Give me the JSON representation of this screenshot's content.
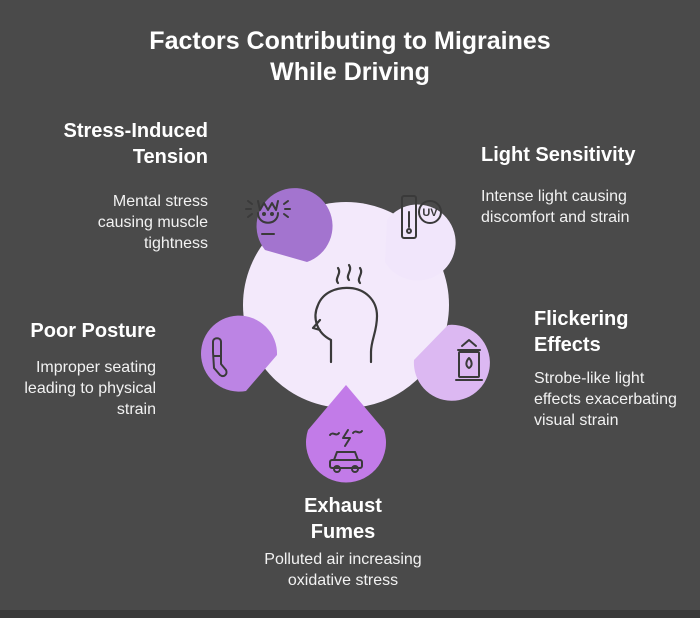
{
  "title": {
    "line1": "Factors Contributing to Migraines",
    "line2": "While Driving"
  },
  "center": {
    "icon": "head-steam-icon"
  },
  "factors": [
    {
      "key": "stress",
      "title_lines": [
        "Stress-Induced",
        "Tension"
      ],
      "desc_lines": [
        "Mental stress",
        "causing muscle",
        "tightness"
      ],
      "icon": "stressed-face-icon",
      "color": "#a374cf"
    },
    {
      "key": "light",
      "title_lines": [
        "Light Sensitivity"
      ],
      "desc_lines": [
        "Intense light causing",
        "discomfort and strain"
      ],
      "icon": "uv-sensor-icon",
      "color": "#f1e6fb"
    },
    {
      "key": "flicker",
      "title_lines": [
        "Flickering",
        "Effects"
      ],
      "desc_lines": [
        "Strobe-like light",
        "effects exacerbating",
        "visual strain"
      ],
      "icon": "lantern-icon",
      "color": "#dcb8f2"
    },
    {
      "key": "exhaust",
      "title_lines": [
        "Exhaust",
        "Fumes"
      ],
      "desc_lines": [
        "Polluted air increasing",
        "oxidative stress"
      ],
      "icon": "car-fumes-icon",
      "color": "#c27be8"
    },
    {
      "key": "posture",
      "title_lines": [
        "Poor Posture"
      ],
      "desc_lines": [
        "Improper seating",
        "leading to physical",
        "strain"
      ],
      "icon": "seat-icon",
      "color": "#bc84e4"
    }
  ]
}
